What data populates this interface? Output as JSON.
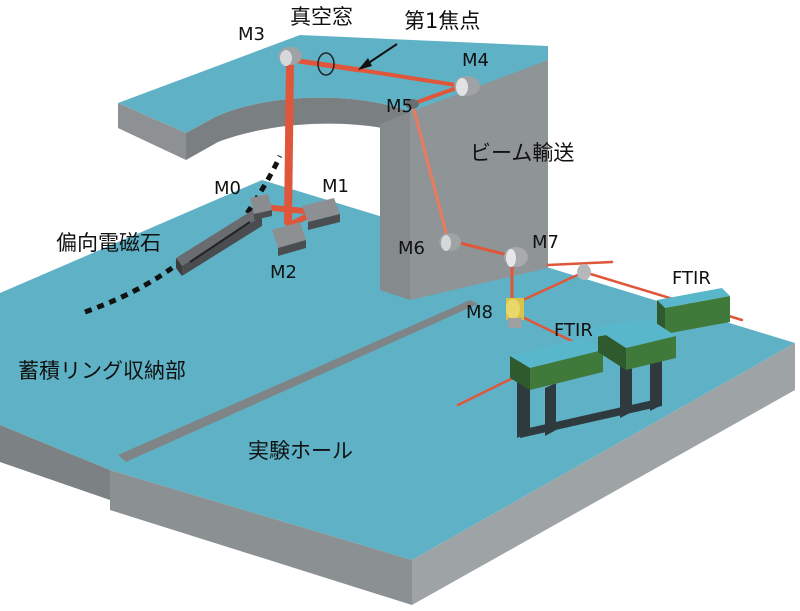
{
  "labels": {
    "vacuum_window": "真空窓",
    "first_focus": "第1焦点",
    "beam_transport": "ビーム輸送",
    "bending_magnet": "偏向電磁石",
    "storage_ring_room": "蓄積リング収納部",
    "experiment_hall": "実験ホール",
    "ftir_right": "FTIR",
    "ftir_center": "FTIR"
  },
  "mirrors": {
    "m0": "M0",
    "m1": "M1",
    "m2": "M2",
    "m3": "M3",
    "m4": "M4",
    "m5": "M5",
    "m6": "M6",
    "m7": "M7",
    "m8": "M8"
  },
  "colors": {
    "floor_top": "#5fb2c6",
    "wall_side": "#8d9193",
    "wall_dark": "#6f7375",
    "beam": "#e0563a",
    "beam_light": "#ee7a5c",
    "ftir_green": "#3f7a3a",
    "ftir_top": "#59b7cc",
    "ftir_frame": "#2f3a3f"
  }
}
